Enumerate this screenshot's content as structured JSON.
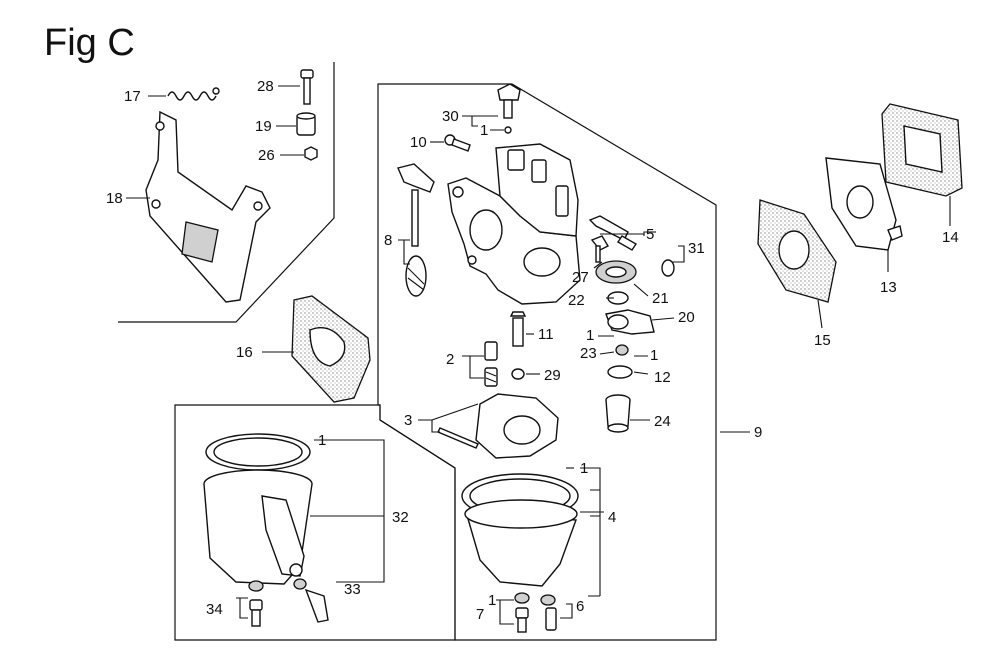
{
  "figure": {
    "title": "Fig C"
  },
  "callouts": {
    "c1a": "1",
    "c1b": "1",
    "c1c": "1",
    "c1d": "1",
    "c1e": "1",
    "c1f": "1",
    "c2": "2",
    "c3": "3",
    "c4": "4",
    "c5": "5",
    "c6": "6",
    "c7": "7",
    "c8": "8",
    "c9": "9",
    "c10": "10",
    "c11": "11",
    "c12": "12",
    "c13": "13",
    "c14": "14",
    "c15": "15",
    "c16": "16",
    "c17": "17",
    "c18": "18",
    "c19": "19",
    "c20": "20",
    "c21": "21",
    "c22": "22",
    "c23": "23",
    "c24": "24",
    "c26": "26",
    "c27": "27",
    "c28": "28",
    "c29": "29",
    "c30": "30",
    "c31": "31",
    "c32": "32",
    "c33": "33",
    "c34": "34"
  }
}
